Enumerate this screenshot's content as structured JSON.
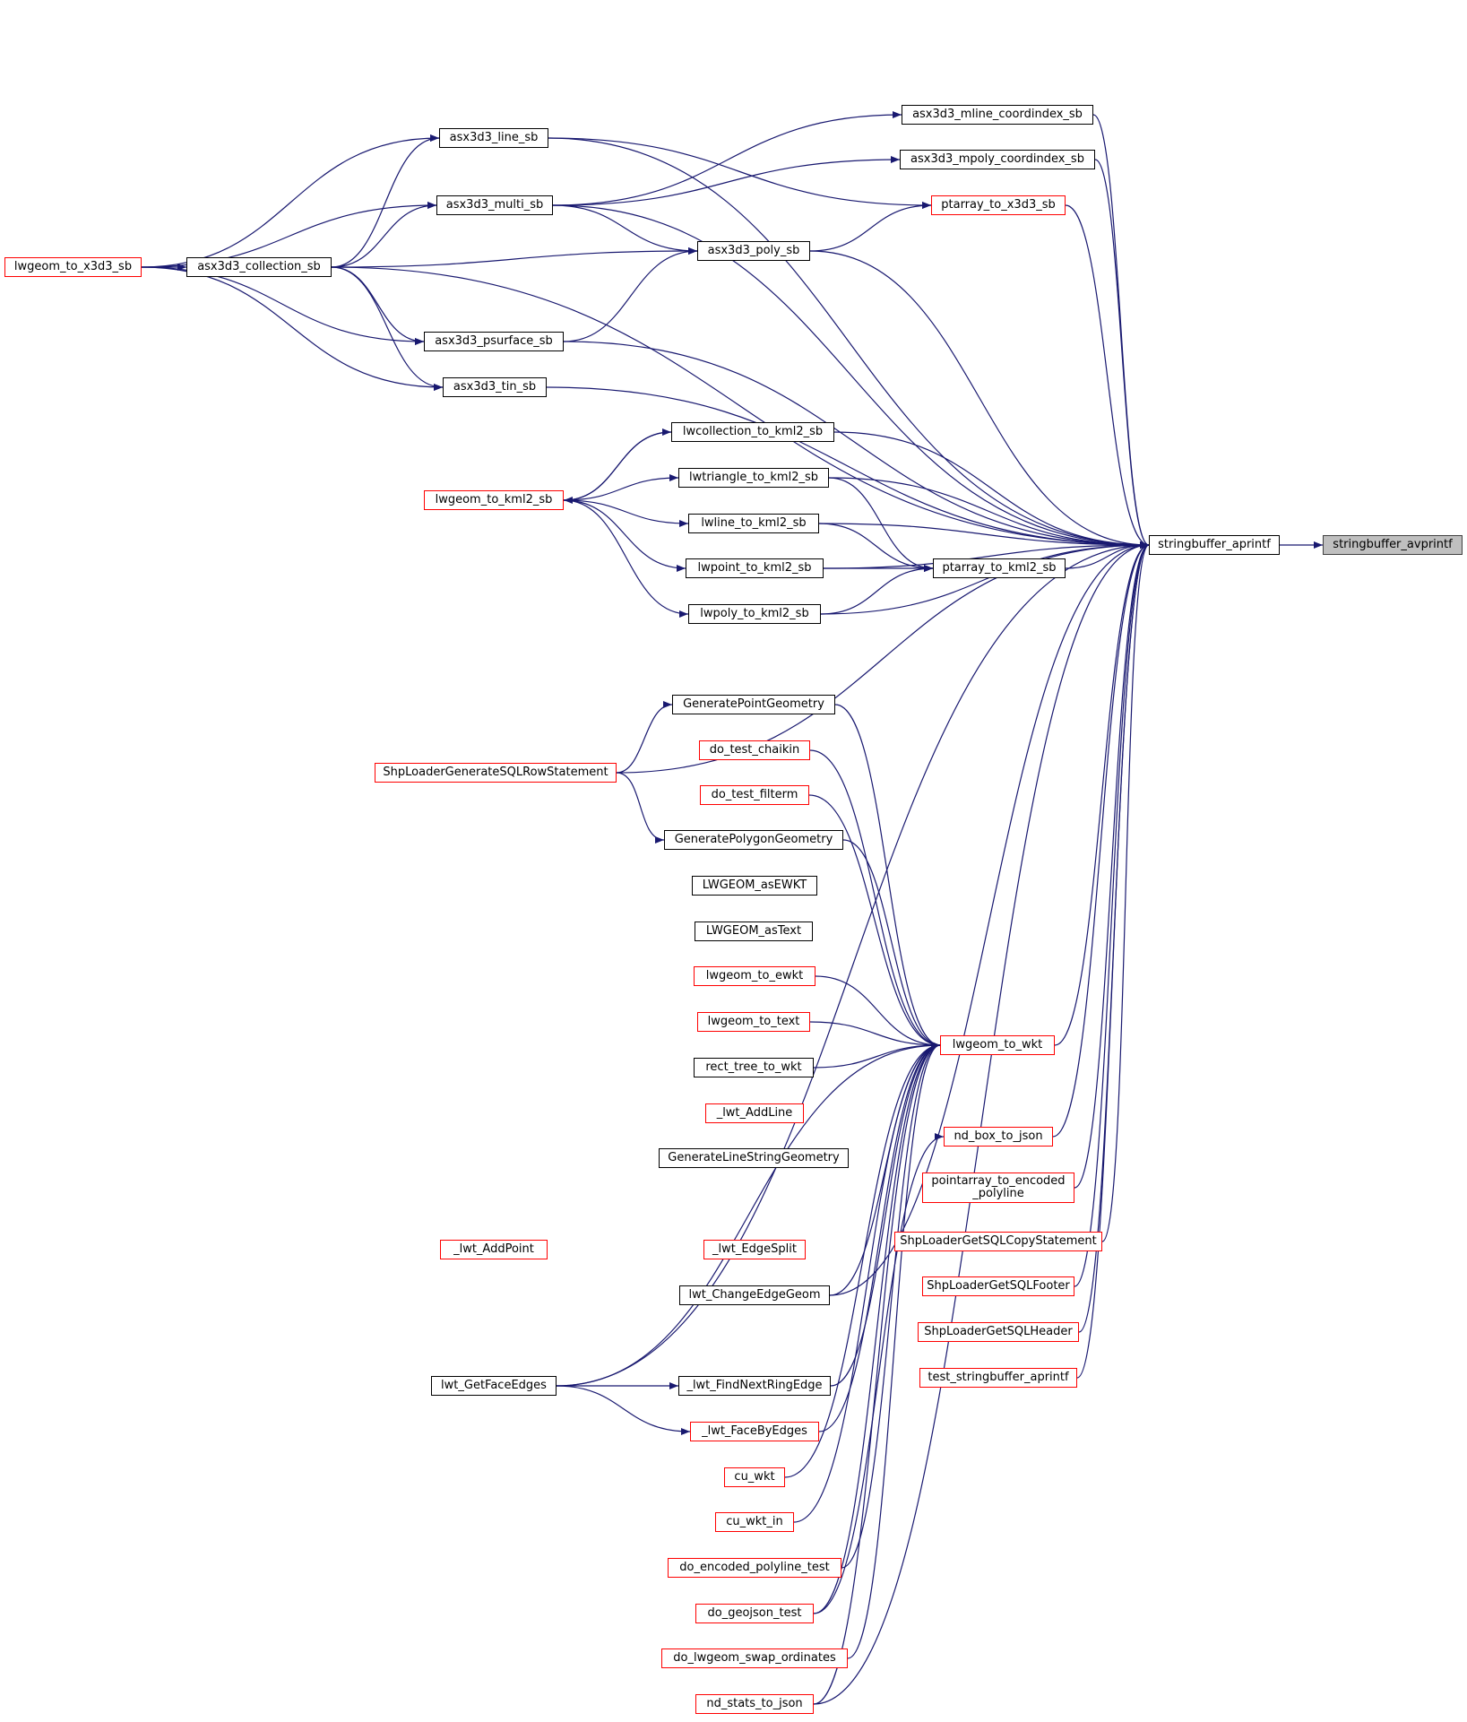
{
  "nodes": {
    "stringbuffer_avprintf": "stringbuffer_avprintf",
    "stringbuffer_aprintf": "stringbuffer_aprintf",
    "asx3d3_mline_coordindex_sb": "asx3d3_mline_coordindex_sb",
    "asx3d3_mpoly_coordindex_sb": "asx3d3_mpoly_coordindex_sb",
    "ptarray_to_x3d3_sb": "ptarray_to_x3d3_sb",
    "asx3d3_line_sb": "asx3d3_line_sb",
    "asx3d3_multi_sb": "asx3d3_multi_sb",
    "asx3d3_poly_sb": "asx3d3_poly_sb",
    "lwgeom_to_x3d3_sb": "lwgeom_to_x3d3_sb",
    "asx3d3_collection_sb": "asx3d3_collection_sb",
    "asx3d3_psurface_sb": "asx3d3_psurface_sb",
    "asx3d3_tin_sb": "asx3d3_tin_sb",
    "lwcollection_to_kml2_sb": "lwcollection_to_kml2_sb",
    "lwtriangle_to_kml2_sb": "lwtriangle_to_kml2_sb",
    "lwgeom_to_kml2_sb": "lwgeom_to_kml2_sb",
    "lwline_to_kml2_sb": "lwline_to_kml2_sb",
    "lwpoint_to_kml2_sb": "lwpoint_to_kml2_sb",
    "ptarray_to_kml2_sb": "ptarray_to_kml2_sb",
    "lwpoly_to_kml2_sb": "lwpoly_to_kml2_sb",
    "GeneratePointGeometry": "GeneratePointGeometry",
    "do_test_chaikin": "do_test_chaikin",
    "ShpLoaderGenerateSQLRowStatement": "ShpLoaderGenerateSQLRowStatement",
    "do_test_filterm": "do_test_filterm",
    "GeneratePolygonGeometry": "GeneratePolygonGeometry",
    "LWGEOM_asEWKT": "LWGEOM_asEWKT",
    "LWGEOM_asText": "LWGEOM_asText",
    "lwgeom_to_ewkt": "lwgeom_to_ewkt",
    "lwgeom_to_text": "lwgeom_to_text",
    "lwgeom_to_wkt": "lwgeom_to_wkt",
    "rect_tree_to_wkt": "rect_tree_to_wkt",
    "_lwt_AddLine": "_lwt_AddLine",
    "nd_box_to_json": "nd_box_to_json",
    "GenerateLineStringGeometry": "GenerateLineStringGeometry",
    "pointarray_to_encoded_polyline_1": "pointarray_to_encoded",
    "pointarray_to_encoded_polyline_2": "_polyline",
    "_lwt_AddPoint": "_lwt_AddPoint",
    "_lwt_EdgeSplit": "_lwt_EdgeSplit",
    "ShpLoaderGetSQLCopyStatement": "ShpLoaderGetSQLCopyStatement",
    "ShpLoaderGetSQLFooter": "ShpLoaderGetSQLFooter",
    "lwt_ChangeEdgeGeom": "lwt_ChangeEdgeGeom",
    "ShpLoaderGetSQLHeader": "ShpLoaderGetSQLHeader",
    "test_stringbuffer_aprintf": "test_stringbuffer_aprintf",
    "lwt_GetFaceEdges": "lwt_GetFaceEdges",
    "_lwt_FindNextRingEdge": "_lwt_FindNextRingEdge",
    "_lwt_FaceByEdges": "_lwt_FaceByEdges",
    "cu_wkt": "cu_wkt",
    "cu_wkt_in": "cu_wkt_in",
    "do_encoded_polyline_test": "do_encoded_polyline_test",
    "do_geojson_test": "do_geojson_test",
    "do_lwgeom_swap_ordinates": "do_lwgeom_swap_ordinates",
    "nd_stats_to_json": "nd_stats_to_json"
  },
  "colors": {
    "edge": "#191970",
    "node_border": "#000000",
    "node_border_truncated": "#ff0000",
    "focus_fill": "#bfbfbf"
  },
  "edges": [
    [
      "stringbuffer_aprintf",
      "stringbuffer_avprintf"
    ],
    [
      "asx3d3_line_sb",
      "stringbuffer_aprintf"
    ],
    [
      "asx3d3_multi_sb",
      "stringbuffer_aprintf"
    ],
    [
      "asx3d3_mline_coordindex_sb",
      "stringbuffer_aprintf"
    ],
    [
      "asx3d3_mpoly_coordindex_sb",
      "stringbuffer_aprintf"
    ],
    [
      "ptarray_to_x3d3_sb",
      "stringbuffer_aprintf"
    ],
    [
      "asx3d3_poly_sb",
      "stringbuffer_aprintf"
    ],
    [
      "asx3d3_collection_sb",
      "stringbuffer_aprintf"
    ],
    [
      "asx3d3_psurface_sb",
      "stringbuffer_aprintf"
    ],
    [
      "asx3d3_tin_sb",
      "stringbuffer_aprintf"
    ],
    [
      "lwcollection_to_kml2_sb",
      "stringbuffer_aprintf"
    ],
    [
      "lwtriangle_to_kml2_sb",
      "stringbuffer_aprintf"
    ],
    [
      "lwline_to_kml2_sb",
      "stringbuffer_aprintf"
    ],
    [
      "ptarray_to_kml2_sb",
      "stringbuffer_aprintf"
    ],
    [
      "lwpoint_to_kml2_sb",
      "stringbuffer_aprintf"
    ],
    [
      "lwpoly_to_kml2_sb",
      "stringbuffer_aprintf"
    ],
    [
      "ShpLoaderGenerateSQLRowStatement",
      "stringbuffer_aprintf"
    ],
    [
      "lwgeom_to_wkt",
      "stringbuffer_aprintf"
    ],
    [
      "lwt_ChangeEdgeGeom",
      "stringbuffer_aprintf"
    ],
    [
      "nd_box_to_json",
      "stringbuffer_aprintf"
    ],
    [
      "pointarray_to_encoded_polyline",
      "stringbuffer_aprintf"
    ],
    [
      "ShpLoaderGetSQLCopyStatement",
      "stringbuffer_aprintf"
    ],
    [
      "ShpLoaderGetSQLFooter",
      "stringbuffer_aprintf"
    ],
    [
      "ShpLoaderGetSQLHeader",
      "stringbuffer_aprintf"
    ],
    [
      "test_stringbuffer_aprintf",
      "stringbuffer_aprintf"
    ],
    [
      "lwt_GetFaceEdges",
      "stringbuffer_aprintf"
    ],
    [
      "nd_stats_to_json",
      "stringbuffer_aprintf"
    ],
    [
      "asx3d3_line_sb",
      "ptarray_to_x3d3_sb"
    ],
    [
      "asx3d3_multi_sb",
      "asx3d3_mline_coordindex_sb"
    ],
    [
      "asx3d3_multi_sb",
      "asx3d3_mpoly_coordindex_sb"
    ],
    [
      "asx3d3_multi_sb",
      "asx3d3_poly_sb"
    ],
    [
      "asx3d3_poly_sb",
      "ptarray_to_x3d3_sb"
    ],
    [
      "asx3d3_collection_sb",
      "asx3d3_poly_sb"
    ],
    [
      "asx3d3_psurface_sb",
      "asx3d3_poly_sb"
    ],
    [
      "lwgeom_to_x3d3_sb",
      "asx3d3_line_sb"
    ],
    [
      "lwgeom_to_x3d3_sb",
      "asx3d3_multi_sb"
    ],
    [
      "lwgeom_to_x3d3_sb",
      "asx3d3_collection_sb"
    ],
    [
      "lwgeom_to_x3d3_sb",
      "asx3d3_psurface_sb"
    ],
    [
      "lwgeom_to_x3d3_sb",
      "asx3d3_tin_sb"
    ],
    [
      "asx3d3_collection_sb",
      "asx3d3_line_sb"
    ],
    [
      "asx3d3_collection_sb",
      "asx3d3_multi_sb"
    ],
    [
      "asx3d3_collection_sb",
      "asx3d3_psurface_sb"
    ],
    [
      "asx3d3_collection_sb",
      "asx3d3_tin_sb"
    ],
    [
      "lwcollection_to_kml2_sb",
      "lwgeom_to_kml2_sb"
    ],
    [
      "lwgeom_to_kml2_sb",
      "lwcollection_to_kml2_sb"
    ],
    [
      "lwgeom_to_kml2_sb",
      "lwtriangle_to_kml2_sb"
    ],
    [
      "lwgeom_to_kml2_sb",
      "lwline_to_kml2_sb"
    ],
    [
      "lwgeom_to_kml2_sb",
      "lwpoint_to_kml2_sb"
    ],
    [
      "lwgeom_to_kml2_sb",
      "lwpoly_to_kml2_sb"
    ],
    [
      "lwtriangle_to_kml2_sb",
      "ptarray_to_kml2_sb"
    ],
    [
      "lwline_to_kml2_sb",
      "ptarray_to_kml2_sb"
    ],
    [
      "lwpoint_to_kml2_sb",
      "ptarray_to_kml2_sb"
    ],
    [
      "lwpoly_to_kml2_sb",
      "ptarray_to_kml2_sb"
    ],
    [
      "ShpLoaderGenerateSQLRowStatement",
      "GeneratePointGeometry"
    ],
    [
      "ShpLoaderGenerateSQLRowStatement",
      "GeneratePolygonGeometry"
    ],
    [
      "ShpLoaderGenerateSQLRowStatement",
      "GenerateLineStringGeometry"
    ],
    [
      "GeneratePointGeometry",
      "lwgeom_to_wkt"
    ],
    [
      "do_test_chaikin",
      "lwgeom_to_wkt"
    ],
    [
      "do_test_filterm",
      "lwgeom_to_wkt"
    ],
    [
      "GeneratePolygonGeometry",
      "lwgeom_to_wkt"
    ],
    [
      "LWGEOM_asEWKT",
      "lwgeom_to_wkt"
    ],
    [
      "LWGEOM_asText",
      "lwgeom_to_wkt"
    ],
    [
      "lwgeom_to_ewkt",
      "lwgeom_to_wkt"
    ],
    [
      "lwgeom_to_text",
      "lwgeom_to_wkt"
    ],
    [
      "rect_tree_to_wkt",
      "lwgeom_to_wkt"
    ],
    [
      "_lwt_AddLine",
      "lwgeom_to_wkt"
    ],
    [
      "GenerateLineStringGeometry",
      "lwgeom_to_wkt"
    ],
    [
      "_lwt_AddPoint",
      "lwgeom_to_wkt"
    ],
    [
      "_lwt_EdgeSplit",
      "lwgeom_to_wkt"
    ],
    [
      "lwt_ChangeEdgeGeom",
      "lwgeom_to_wkt"
    ],
    [
      "lwt_GetFaceEdges",
      "lwgeom_to_wkt"
    ],
    [
      "_lwt_FindNextRingEdge",
      "lwgeom_to_wkt"
    ],
    [
      "_lwt_FaceByEdges",
      "lwgeom_to_wkt"
    ],
    [
      "cu_wkt",
      "lwgeom_to_wkt"
    ],
    [
      "cu_wkt_in",
      "lwgeom_to_wkt"
    ],
    [
      "do_encoded_polyline_test",
      "lwgeom_to_wkt"
    ],
    [
      "do_geojson_test",
      "lwgeom_to_wkt"
    ],
    [
      "do_lwgeom_swap_ordinates",
      "lwgeom_to_wkt"
    ],
    [
      "nd_stats_to_json",
      "lwgeom_to_wkt"
    ],
    [
      "_lwt_AddPoint",
      "lwt_ChangeEdgeGeom"
    ],
    [
      "lwt_GetFaceEdges",
      "_lwt_FindNextRingEdge"
    ],
    [
      "lwt_GetFaceEdges",
      "_lwt_FaceByEdges"
    ],
    [
      "do_geojson_test",
      "nd_box_to_json"
    ]
  ]
}
